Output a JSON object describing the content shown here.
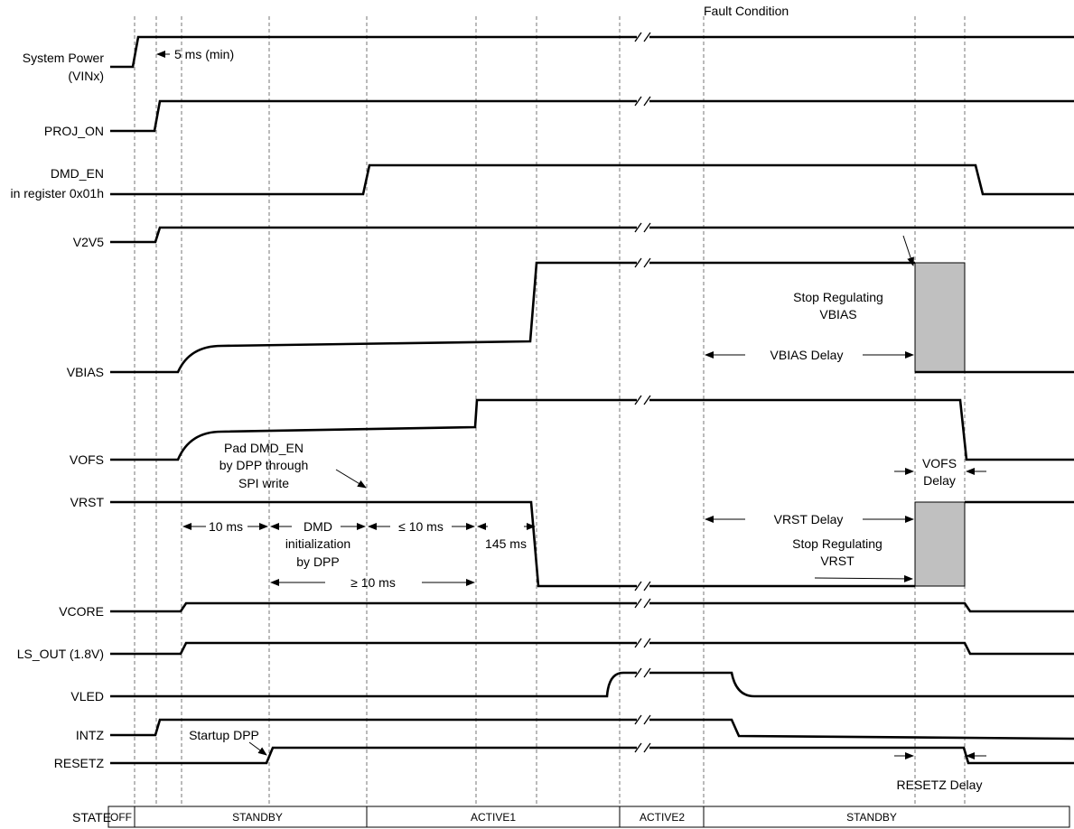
{
  "signals": {
    "system_power": "System Power",
    "system_power_sub": "(VINx)",
    "proj_on": "PROJ_ON",
    "dmd_en": "DMD_EN",
    "dmd_en_sub": "in register 0x01h",
    "v2v5": "V2V5",
    "vbias": "VBIAS",
    "vofs": "VOFS",
    "vrst": "VRST",
    "vcore": "VCORE",
    "ls_out": "LS_OUT (1.8V)",
    "vled": "VLED",
    "intz": "INTZ",
    "resetz": "RESETZ"
  },
  "annotations": {
    "fault_condition": "Fault Condition",
    "min_5ms": "5 ms (min)",
    "stop_vbias_1": "Stop Regulating",
    "stop_vbias_2": "VBIAS",
    "vbias_delay": "VBIAS Delay",
    "vofs_delay_1": "VOFS",
    "vofs_delay_2": "Delay",
    "vrst_delay": "VRST Delay",
    "stop_vrst_1": "Stop Regulating",
    "stop_vrst_2": "VRST",
    "pad_1": "Pad DMD_EN",
    "pad_2": "by DPP through",
    "pad_3": "SPI write",
    "t_10ms": "10 ms",
    "dmd_init_1": "DMD",
    "dmd_init_2": "initialization",
    "dmd_init_3": "by DPP",
    "le_10ms": "≤ 10 ms",
    "t_145ms": "145  ms",
    "ge_10ms": "≥ 10 ms",
    "startup_dpp": "Startup DPP",
    "resetz_delay": "RESETZ Delay"
  },
  "state_row": {
    "label": "STATE",
    "states": [
      "OFF",
      "STANDBY",
      "ACTIVE1",
      "ACTIVE2",
      "STANDBY"
    ]
  },
  "colors": {
    "shaded_region": "#c0c0c0",
    "line": "#000000"
  }
}
